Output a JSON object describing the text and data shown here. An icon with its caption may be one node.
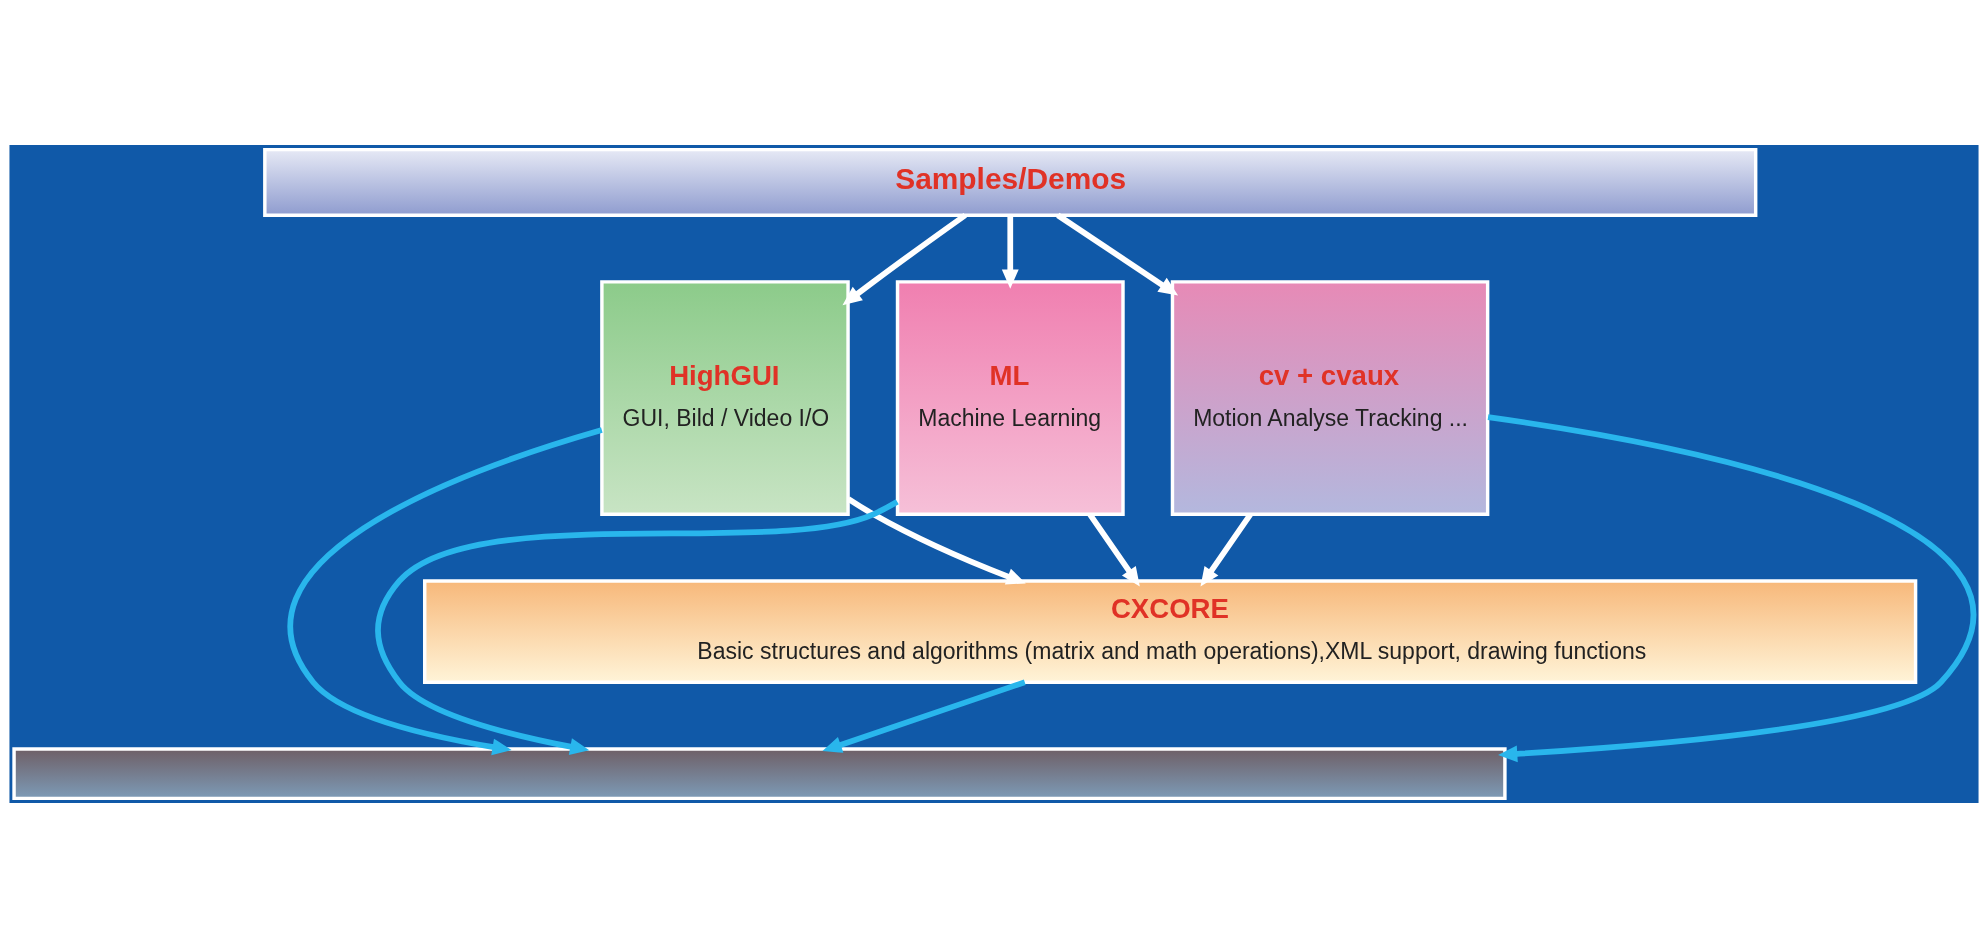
{
  "diagram": {
    "nodes": [
      {
        "text": [
          "Samples/Demos"
        ]
      },
      {
        "text": [
          "HighGUI",
          "GUI, Bild / Video I/O"
        ]
      },
      {
        "text": [
          "ML",
          "Machine Learning"
        ]
      },
      {
        "text": [
          "cv + cvaux",
          "Motion Analyse Tracking ..."
        ]
      },
      {
        "text": [
          "CXCORE",
          "Basic structures and algorithms (matrix and math operations),XML support, drawing functions"
        ]
      },
      {
        "text": [],
        "shape": "bar"
      }
    ],
    "edges": [
      {
        "from": 0,
        "to": 1,
        "arrow": "to"
      },
      {
        "from": 0,
        "to": 2,
        "arrow": "to"
      },
      {
        "from": 0,
        "to": 3,
        "arrow": "to"
      },
      {
        "from": 1,
        "to": 4,
        "arrow": "to"
      },
      {
        "from": 2,
        "to": 4,
        "arrow": "to"
      },
      {
        "from": 3,
        "to": 4,
        "arrow": "to"
      },
      {
        "from": 1,
        "to": 5,
        "arrow": "to",
        "color": "#29b6ec"
      },
      {
        "from": 2,
        "to": 5,
        "arrow": "to",
        "color": "#29b6ec"
      },
      {
        "from": 4,
        "to": 5,
        "arrow": "to",
        "color": "#29b6ec"
      },
      {
        "from": 3,
        "to": 5,
        "arrow": "to",
        "color": "#29b6ec"
      }
    ]
  }
}
